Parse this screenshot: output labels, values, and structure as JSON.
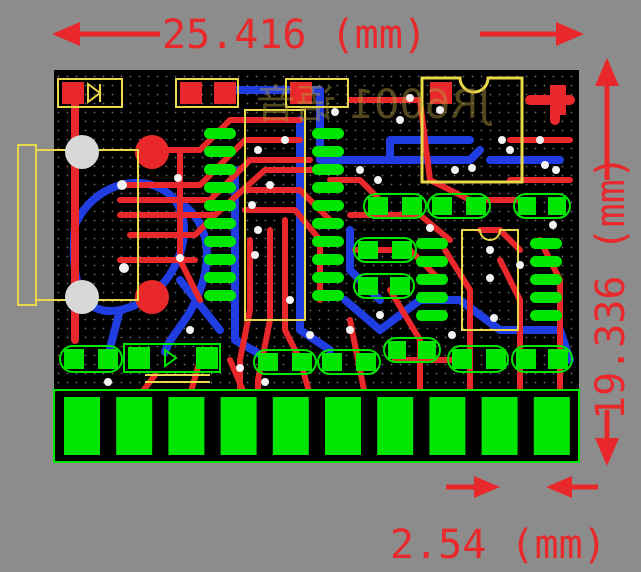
{
  "dimensions": {
    "width_label": "25.416 (mm)",
    "height_label": "19.336 (mm)",
    "pitch_label": "2.54 (mm)"
  },
  "silkscreen": {
    "mirrored_text": "JR6001 语音"
  },
  "colors": {
    "background": "#8c8c8c",
    "board": "#000000",
    "top_copper": "#e8282a",
    "bottom_copper": "#1f3de0",
    "solder_mask_pad": "#00e600",
    "silkscreen": "#e8d84a",
    "drill": "#e0e0e0",
    "dimension": "#e8282a"
  },
  "edge_connector": {
    "pin_count": 10
  }
}
